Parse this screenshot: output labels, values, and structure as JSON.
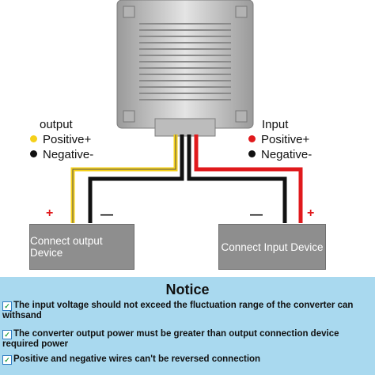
{
  "output_group": {
    "title": "output",
    "positive": "Positive+",
    "negative": "Negative-"
  },
  "input_group": {
    "title": "Input",
    "positive": "Positive+",
    "negative": "Negative-"
  },
  "devices": {
    "output": "Connect output Device",
    "input": "Connect Input Device"
  },
  "terminals": {
    "plus": "+",
    "minus": "—"
  },
  "notice": {
    "title": "Notice",
    "check": "✓",
    "items": [
      "The input voltage should not exceed the fluctuation range of the converter can withsand",
      "The converter output power must be greater than output connection device required power",
      "Positive and negative wires can't be reversed connection"
    ]
  },
  "colors": {
    "wire_positive_output": "#f5d01a",
    "wire_positive_input": "#e0191c",
    "wire_negative": "#111111",
    "device_fill": "#8e8e8e",
    "notice_bg": "#a9d9ef",
    "converter_body": "#c9c9c9"
  }
}
